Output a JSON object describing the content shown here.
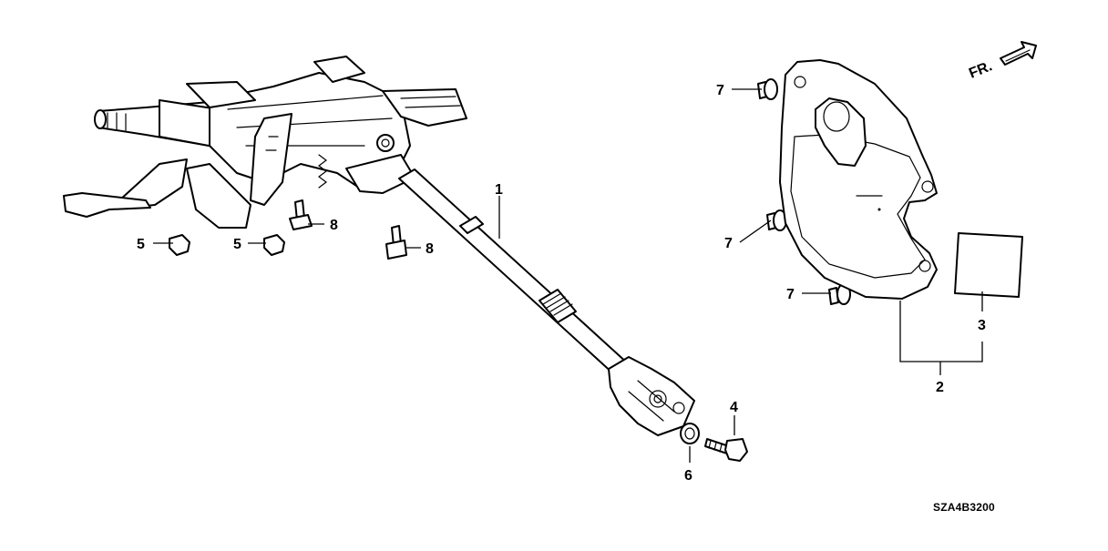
{
  "callouts": {
    "c1": "1",
    "c2": "2",
    "c3": "3",
    "c4": "4",
    "c5a": "5",
    "c5b": "5",
    "c6": "6",
    "c7a": "7",
    "c7b": "7",
    "c7c": "7",
    "c8a": "8",
    "c8b": "8"
  },
  "front_arrow": {
    "label": "FR."
  },
  "diagram_code": "SZA4B3200",
  "colors": {
    "ink": "#000000",
    "background": "#ffffff"
  }
}
